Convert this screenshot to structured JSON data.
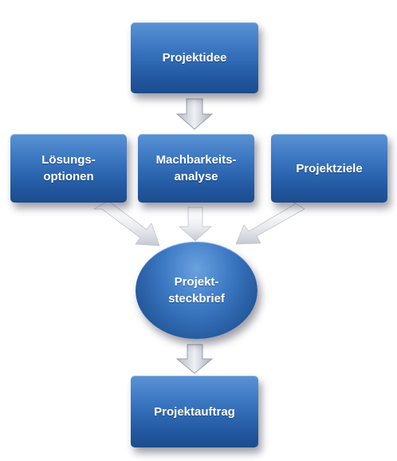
{
  "nodes": {
    "projektidee": "Projektidee",
    "loesungsoptionen": "Lösungs-\noptionen",
    "machbarkeitsanalyse": "Machbarkeits-\nanalyse",
    "projektziele": "Projektziele",
    "projektsteckbrief": "Projekt-\nsteckbrief",
    "projektauftrag": "Projektauftrag"
  },
  "edges": [
    {
      "from": "projektidee",
      "to": "machbarkeitsanalyse"
    },
    {
      "from": "loesungsoptionen",
      "to": "projektsteckbrief"
    },
    {
      "from": "machbarkeitsanalyse",
      "to": "projektsteckbrief"
    },
    {
      "from": "projektziele",
      "to": "projektsteckbrief"
    },
    {
      "from": "projektsteckbrief",
      "to": "projektauftrag"
    }
  ],
  "colors": {
    "node_fill": "#2f6bb5",
    "arrow_fill": "#c9ccd6",
    "arrow_stroke": "#9aa0ae"
  }
}
